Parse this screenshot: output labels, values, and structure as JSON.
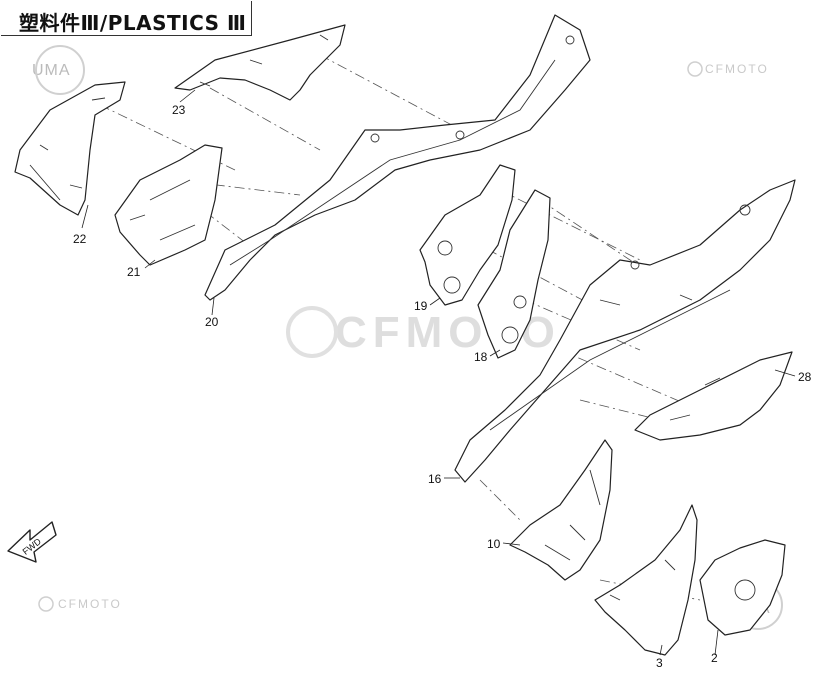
{
  "title": "塑料件Ⅲ/PLASTICS Ⅲ",
  "watermarks": {
    "uma": "UMA",
    "cfmoto": "CFMOTO"
  },
  "fwd_arrow": "FWD",
  "callouts": [
    {
      "id": "p22",
      "label": "22"
    },
    {
      "id": "p23",
      "label": "23"
    },
    {
      "id": "p21",
      "label": "21"
    },
    {
      "id": "p20",
      "label": "20"
    },
    {
      "id": "p19",
      "label": "19"
    },
    {
      "id": "p18",
      "label": "18"
    },
    {
      "id": "p28",
      "label": "28"
    },
    {
      "id": "p16",
      "label": "16"
    },
    {
      "id": "p10",
      "label": "10"
    },
    {
      "id": "p3",
      "label": "3"
    },
    {
      "id": "p2",
      "label": "2"
    }
  ],
  "colors": {
    "line": "#222222",
    "watermark": "#c9c9c9",
    "background": "#ffffff"
  }
}
